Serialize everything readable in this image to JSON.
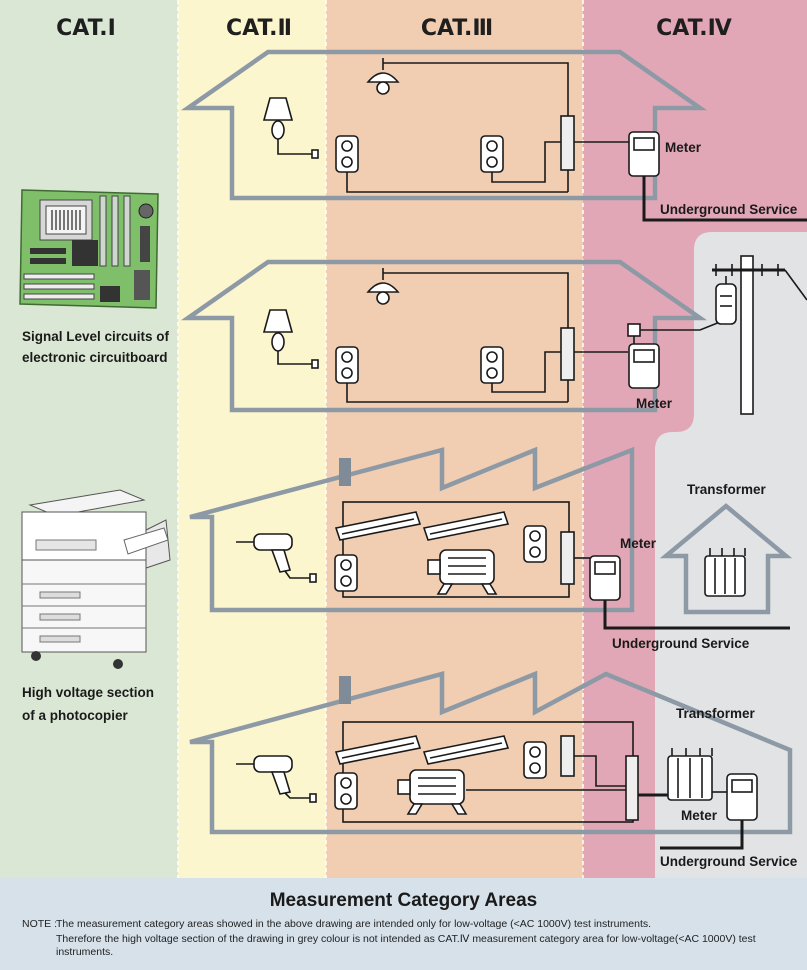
{
  "categories": [
    "CAT.Ⅰ",
    "CAT.Ⅱ",
    "CAT.Ⅲ",
    "CAT.Ⅳ"
  ],
  "colors": {
    "cat1": "#dbe7d5",
    "cat2": "#fbf6cd",
    "cat3": "#f1cdb2",
    "cat4": "#e2a7b6",
    "high_voltage_grey": "#e2e3e5",
    "footer": "#d6e1ea",
    "house_outline": "#8d9aa6",
    "meter_red": "#e07b9a"
  },
  "labels": {
    "meter_1": "Meter",
    "meter_2": "Meter",
    "meter_3": "Meter",
    "meter_4": "Meter",
    "underground_1": "Underground Service",
    "underground_2": "Underground Service",
    "underground_3": "Underground Service",
    "transformer_1": "Transformer",
    "transformer_2": "Transformer"
  },
  "side_captions": {
    "circuitboard_line1": "Signal Level circuits of",
    "circuitboard_line2": "electronic circuitboard",
    "photocopier_line1": "High voltage section",
    "photocopier_line2": "of a photocopier"
  },
  "footer": {
    "title": "Measurement Category Areas",
    "note_prefix": "NOTE :",
    "note_line1": "The measurement category areas showed in the above drawing are intended only for low-voltage (<AC 1000V) test instruments.",
    "note_line2": "Therefore the high voltage section of the drawing in grey colour is not intended as CAT.Ⅳ measurement category area for low-voltage(<AC 1000V) test",
    "note_line3": "instruments."
  }
}
